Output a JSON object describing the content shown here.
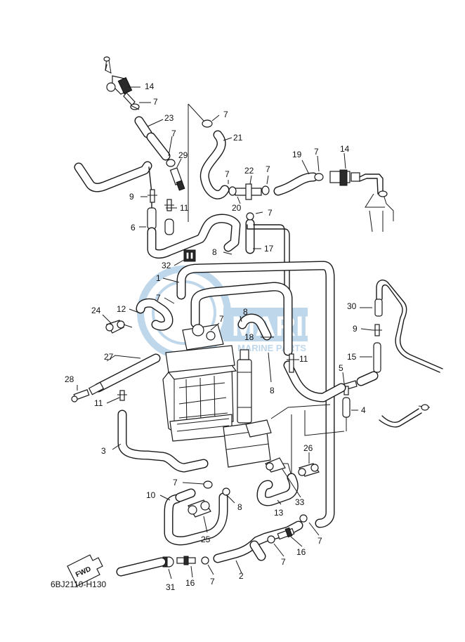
{
  "diagram_code": "6BJ2110-H130",
  "fwd_arrow_label": "FWD",
  "watermark": {
    "text": "MARINE",
    "subtext": "MARINE PARTS",
    "color": "#4a90c8"
  },
  "callouts": {
    "c1": "1",
    "c2": "2",
    "c3": "3",
    "c4": "4",
    "c5": "5",
    "c6": "6",
    "c7a": "7",
    "c7b": "7",
    "c7c": "7",
    "c7d": "7",
    "c7e": "7",
    "c7f": "7",
    "c7g": "7",
    "c7h": "7",
    "c7i": "7",
    "c7j": "7",
    "c7k": "7",
    "c7l": "7",
    "c7m": "7",
    "c8a": "8",
    "c8b": "8",
    "c8c": "8",
    "c8d": "8",
    "c9a": "9",
    "c9b": "9",
    "c10": "10",
    "c11a": "11",
    "c11b": "11",
    "c11c": "11",
    "c12": "12",
    "c13": "13",
    "c14a": "14",
    "c14b": "14",
    "c15": "15",
    "c16a": "16",
    "c16b": "16",
    "c17": "17",
    "c18": "18",
    "c19": "19",
    "c20": "20",
    "c21": "21",
    "c22": "22",
    "c23": "23",
    "c24": "24",
    "c25": "25",
    "c26": "26",
    "c27": "27",
    "c28": "28",
    "c29": "29",
    "c30": "30",
    "c31": "31",
    "c32": "32",
    "c33": "33"
  }
}
